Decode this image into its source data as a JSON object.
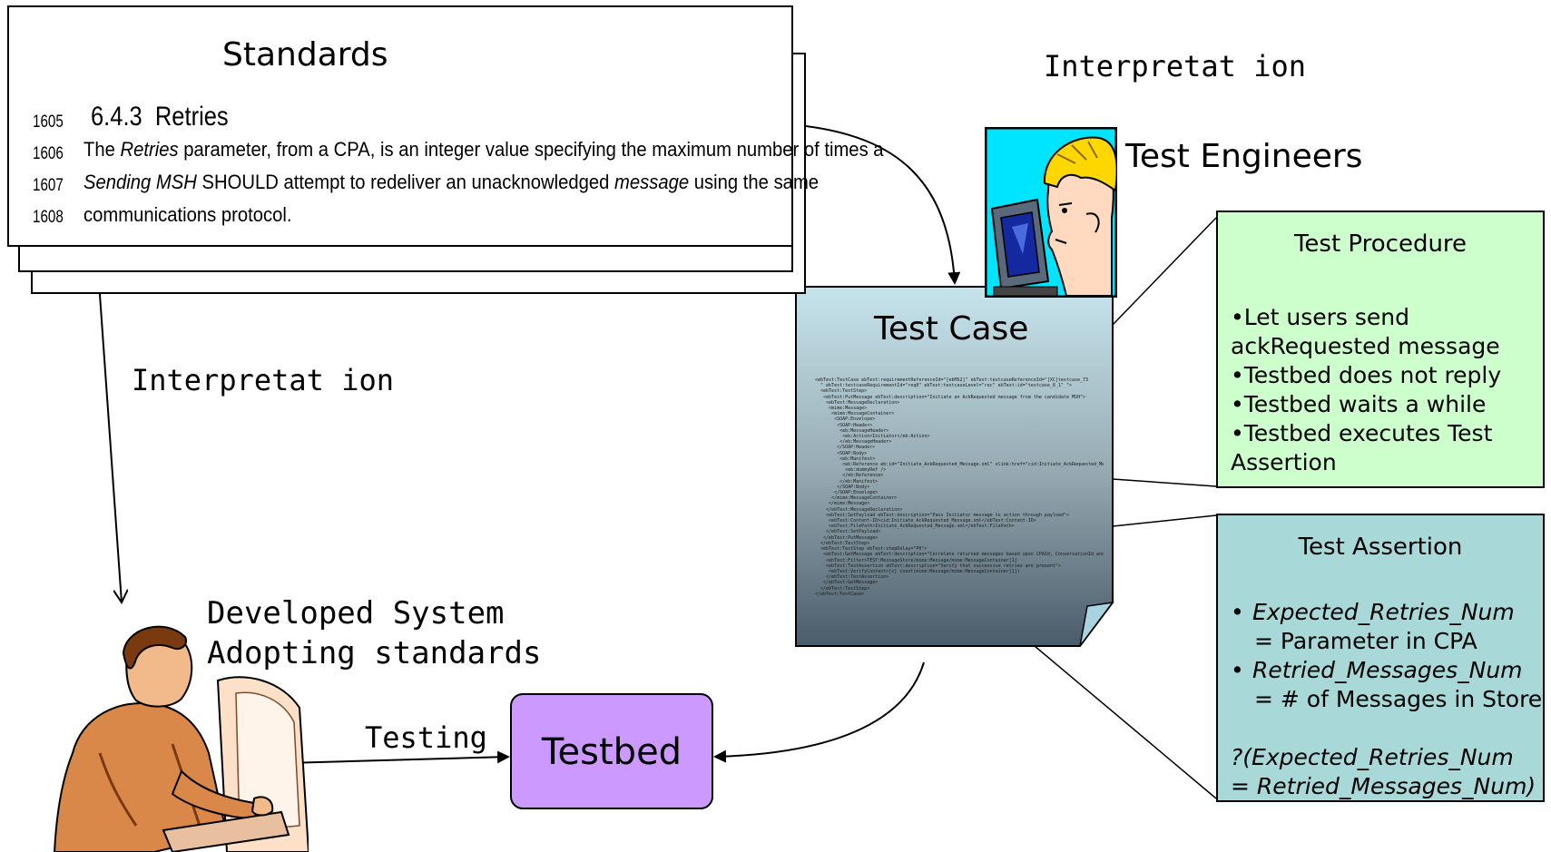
{
  "standards": {
    "title": "Standards",
    "section_number": "6.4.3",
    "section_title": "Retries",
    "line_numbers": [
      "1605",
      "1606",
      "1607",
      "1608"
    ],
    "lines": [
      [
        "The ",
        "Retries",
        " parameter, from a CPA, is an integer value specifying the maximum number of times a"
      ],
      [
        "",
        "Sending MSH",
        " SHOULD attempt to redeliver an unacknowledged "
      ],
      [
        "communications protocol."
      ]
    ],
    "line2_tail_italic": "message",
    "line2_tail": " using the same"
  },
  "labels": {
    "interpretation_top": "Interpretat ion",
    "interpretation_left": "Interpretat ion",
    "test_engineers": "Test Engineers",
    "test_case": "Test Case",
    "developed_line1": "Developed System",
    "developed_line2": "Adopting standards",
    "testing": "Testing",
    "testbed": "Testbed"
  },
  "test_procedure": {
    "title": "Test Procedure",
    "items": [
      "•Let users send ackRequested message",
      "•Testbed does not reply",
      "•Testbed waits a while",
      "•Testbed executes Test Assertion"
    ]
  },
  "test_assertion": {
    "title": "Test Assertion",
    "bullet1_var": "Expected_Retries_Num",
    "bullet1_val": "= Parameter in CPA",
    "bullet2_var": "Retried_Messages_Num",
    "bullet2_val": "= # of Messages in Store",
    "check_line1": "?(Expected_Retries_Num",
    "check_line2": " = Retried_Messages_Num)"
  },
  "test_case_code": "<ebTest:TestCase ebTest:requirementReferenceId=\"[ebMS2]\" ebTest:testcaseReferenceId=\"[XC]testcase_73\n  \" ebTest:testcaseRequirementId=\"req8\" ebTest:testcaseLevel=\"rec\" ebTest:id=\"testcase_8_1\" \">\n  <ebTest:TestStep>\n   <ebTest:PutMessage ebTest:description=\"Initiate an AckRequested message from the candidate MSH\">\n    <ebTest:MessageDeclaration>\n     <mime:Message>\n      <mime:MessageContainer>\n       <SOAP:Envelope>\n        <SOAP:Header>\n         <eb:MessageHeader>\n          <eb:Action>Initiator</eb:Action>\n         </eb:MessageHeader>\n        </SOAP:Header>\n        <SOAP:Body>\n         <eb:Manifest>\n          <eb:Reference eb:id=\"Initiate_AckRequested_Message.xml\" xlink:href=\"cid:Initiate_AckRequested_Message.xml\">\n           <eb:dummyRef />\n          </eb:Reference>\n         </eb:Manifest>\n        </SOAP:Body>\n       </SOAP:Envelope>\n      </mime:MessageContainer>\n     </mime:Message>\n    </ebTest:MessageDeclaration>\n    <ebTest:SetPayload ebTest:description=\"Pass Initiator message to action through payload\">\n     <ebTest:Content-ID>cid:Initiate_AckRequested_Message.xml</ebTest:Content-ID>\n     <ebTest:FilePath>Initiate_AckRequested_Message.xml</ebTest:FilePath>\n    </ebTest:SetPayload>\n   </ebTest:PutMessage>\n  </ebTest:TestStep>\n  <ebTest:TestStep ebTest:stepDelay=\"P0\">\n   <ebTest:GetMessage ebTest:description=\"Correlate returned messages based upon CPAId, ConversationId and Action\">\n    <ebTest:Filter>TEST:MessageStore/mime:Message/mime:MessageContainer[1]\n    <ebTest:TestAssertion ebTest:description=\"Verify that successive retries are present\">\n     <ebTest:VerifyContent>[x] count(mime:Message/mime:MessageContainer[1])\n    </ebTest:TestAssertion>\n   </ebTest:GetMessage>\n  </ebTest:TestStep>\n</ebTest:TestCase>"
}
